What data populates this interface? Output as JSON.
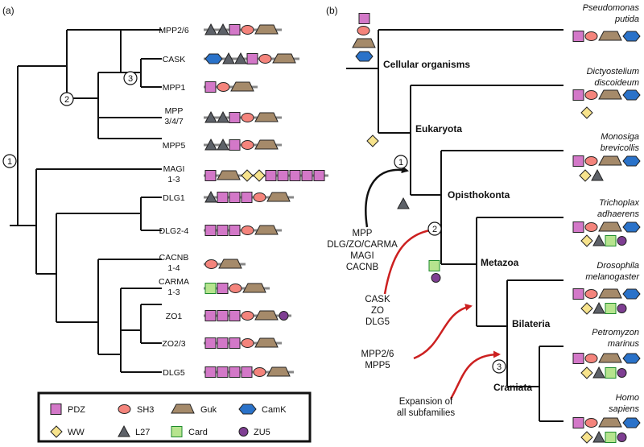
{
  "panel_a": {
    "label": "(a)",
    "nodes": [
      "1",
      "2",
      "3"
    ],
    "leaves": [
      {
        "lines": [
          "MPP2/6"
        ],
        "domains": [
          "L27",
          "L27",
          "PDZ",
          "SH3",
          "Guk"
        ]
      },
      {
        "lines": [
          "CASK"
        ],
        "domains": [
          "CamK",
          "L27",
          "L27",
          "PDZ",
          "SH3",
          "Guk"
        ]
      },
      {
        "lines": [
          "MPP1"
        ],
        "domains": [
          "PDZ",
          "SH3",
          "Guk"
        ]
      },
      {
        "lines": [
          "MPP",
          "3/4/7"
        ],
        "domains": [
          "L27",
          "L27",
          "PDZ",
          "SH3",
          "Guk"
        ]
      },
      {
        "lines": [
          "MPP5"
        ],
        "domains": [
          "L27",
          "L27",
          "PDZ",
          "SH3",
          "Guk"
        ]
      },
      {
        "lines": [
          "MAGI",
          "1-3"
        ],
        "domains": [
          "PDZ",
          "Guk",
          "WW",
          "WW",
          "PDZ",
          "PDZ",
          "PDZ",
          "PDZ",
          "PDZ"
        ]
      },
      {
        "lines": [
          "DLG1"
        ],
        "domains": [
          "L27",
          "PDZ",
          "PDZ",
          "PDZ",
          "SH3",
          "Guk"
        ]
      },
      {
        "lines": [
          "DLG2-4"
        ],
        "domains": [
          "PDZ",
          "PDZ",
          "PDZ",
          "SH3",
          "Guk"
        ]
      },
      {
        "lines": [
          "CACNB",
          "1-4"
        ],
        "domains": [
          "SH3",
          "Guk"
        ]
      },
      {
        "lines": [
          "CARMA",
          "1-3"
        ],
        "domains": [
          "Card",
          "PDZ",
          "SH3",
          "Guk"
        ]
      },
      {
        "lines": [
          "ZO1"
        ],
        "domains": [
          "PDZ",
          "PDZ",
          "PDZ",
          "SH3",
          "Guk",
          "ZU5"
        ]
      },
      {
        "lines": [
          "ZO2/3"
        ],
        "domains": [
          "PDZ",
          "PDZ",
          "PDZ",
          "SH3",
          "Guk"
        ]
      },
      {
        "lines": [
          "DLG5"
        ],
        "domains": [
          "PDZ",
          "PDZ",
          "PDZ",
          "PDZ",
          "SH3",
          "Guk"
        ]
      }
    ]
  },
  "legend": [
    {
      "key": "PDZ",
      "label": "PDZ"
    },
    {
      "key": "SH3",
      "label": "SH3"
    },
    {
      "key": "Guk",
      "label": "Guk"
    },
    {
      "key": "CamK",
      "label": "CamK"
    },
    {
      "key": "WW",
      "label": "WW"
    },
    {
      "key": "L27",
      "label": "L27"
    },
    {
      "key": "Card",
      "label": "Card"
    },
    {
      "key": "ZU5",
      "label": "ZU5"
    }
  ],
  "colors": {
    "PDZ": "#d378c8",
    "SH3": "#f4847c",
    "Guk": "#a58a6a",
    "CamK": "#2a72c9",
    "WW": "#f7e38c",
    "L27": "#5d6168",
    "Card": "#b6e48e",
    "ZU5": "#7e3e92",
    "arrow_red": "#cc2020",
    "arrow_black": "#111111"
  },
  "panel_b": {
    "label": "(b)",
    "species": [
      {
        "lines": [
          "Pseudomonas",
          "putida"
        ]
      },
      {
        "lines": [
          "Dictyostelium",
          "discoideum"
        ]
      },
      {
        "lines": [
          "Monosiga",
          "brevicollis"
        ]
      },
      {
        "lines": [
          "Trichoplax",
          "adhaerens"
        ]
      },
      {
        "lines": [
          "Drosophila",
          "melanogaster"
        ]
      },
      {
        "lines": [
          "Petromyzon",
          "marinus"
        ]
      },
      {
        "lines": [
          "Homo",
          "sapiens"
        ]
      }
    ],
    "species_domains": [
      [
        [
          "PDZ",
          "SH3",
          "Guk",
          "CamK"
        ]
      ],
      [
        [
          "PDZ",
          "SH3",
          "Guk",
          "CamK"
        ],
        [
          "WW"
        ]
      ],
      [
        [
          "PDZ",
          "SH3",
          "Guk",
          "CamK"
        ],
        [
          "WW",
          "L27"
        ]
      ],
      [
        [
          "PDZ",
          "SH3",
          "Guk",
          "CamK"
        ],
        [
          "WW",
          "L27",
          "Card",
          "ZU5"
        ]
      ],
      [
        [
          "PDZ",
          "SH3",
          "Guk",
          "CamK"
        ],
        [
          "WW",
          "L27",
          "Card",
          "ZU5"
        ]
      ],
      [
        [
          "PDZ",
          "SH3",
          "Guk",
          "CamK"
        ],
        [
          "WW",
          "L27",
          "Card",
          "ZU5"
        ]
      ],
      [
        [
          "PDZ",
          "SH3",
          "Guk",
          "CamK"
        ],
        [
          "WW",
          "L27",
          "Card",
          "ZU5"
        ]
      ]
    ],
    "clades": [
      "Cellular organisms",
      "Eukaryota",
      "Opisthokonta",
      "Metazoa",
      "Bilateria",
      "Craniata"
    ],
    "nodes": [
      "1",
      "2",
      "3"
    ],
    "annotations": [
      {
        "lines": [
          "MPP",
          "DLG/ZO/CARMA",
          "MAGI",
          "CACNB"
        ]
      },
      {
        "lines": [
          "CASK",
          "ZO",
          "DLG5"
        ]
      },
      {
        "lines": [
          "MPP2/6",
          "MPP5"
        ]
      },
      {
        "lines": [
          "Expansion of",
          "all subfamilies"
        ]
      }
    ]
  }
}
